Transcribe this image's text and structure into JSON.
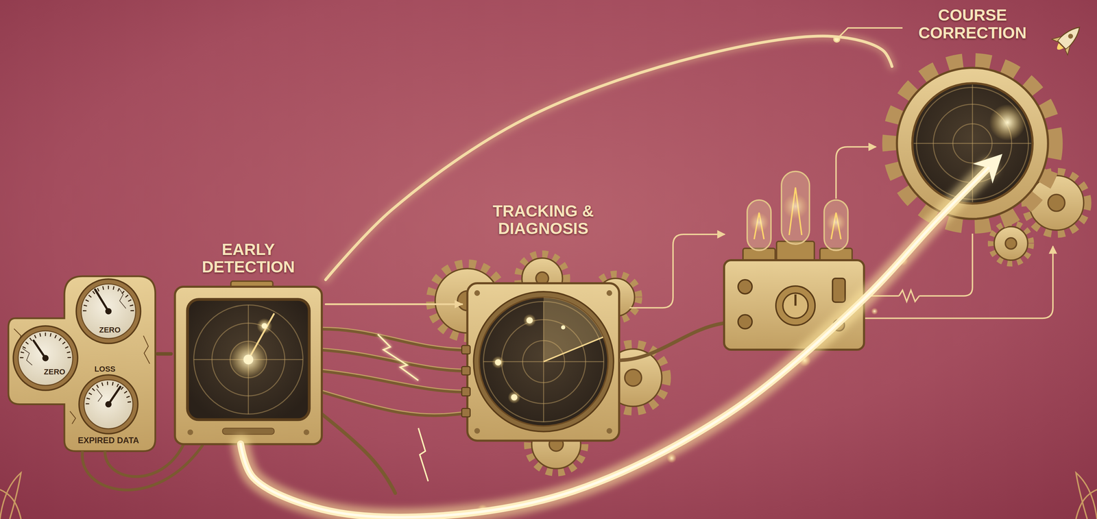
{
  "diagram": {
    "nodes": [
      {
        "text": [
          "ZERO",
          "ZERO",
          "LOSS",
          "EXPIRED DATA"
        ]
      },
      {
        "text": [
          "EARLY DETECTION"
        ]
      },
      {
        "text": [
          "TRACKING & DIAGNOSIS"
        ]
      },
      {
        "text": [
          "COURSE CORRECTION"
        ]
      }
    ],
    "edges": [
      {
        "from": 0,
        "to": 1,
        "arrow": "none"
      },
      {
        "from": 1,
        "to": 2,
        "arrow": "to"
      },
      {
        "from": 1,
        "to": 3,
        "arrow": "none"
      },
      {
        "from": 1,
        "to": 3,
        "arrow": "to"
      }
    ]
  }
}
